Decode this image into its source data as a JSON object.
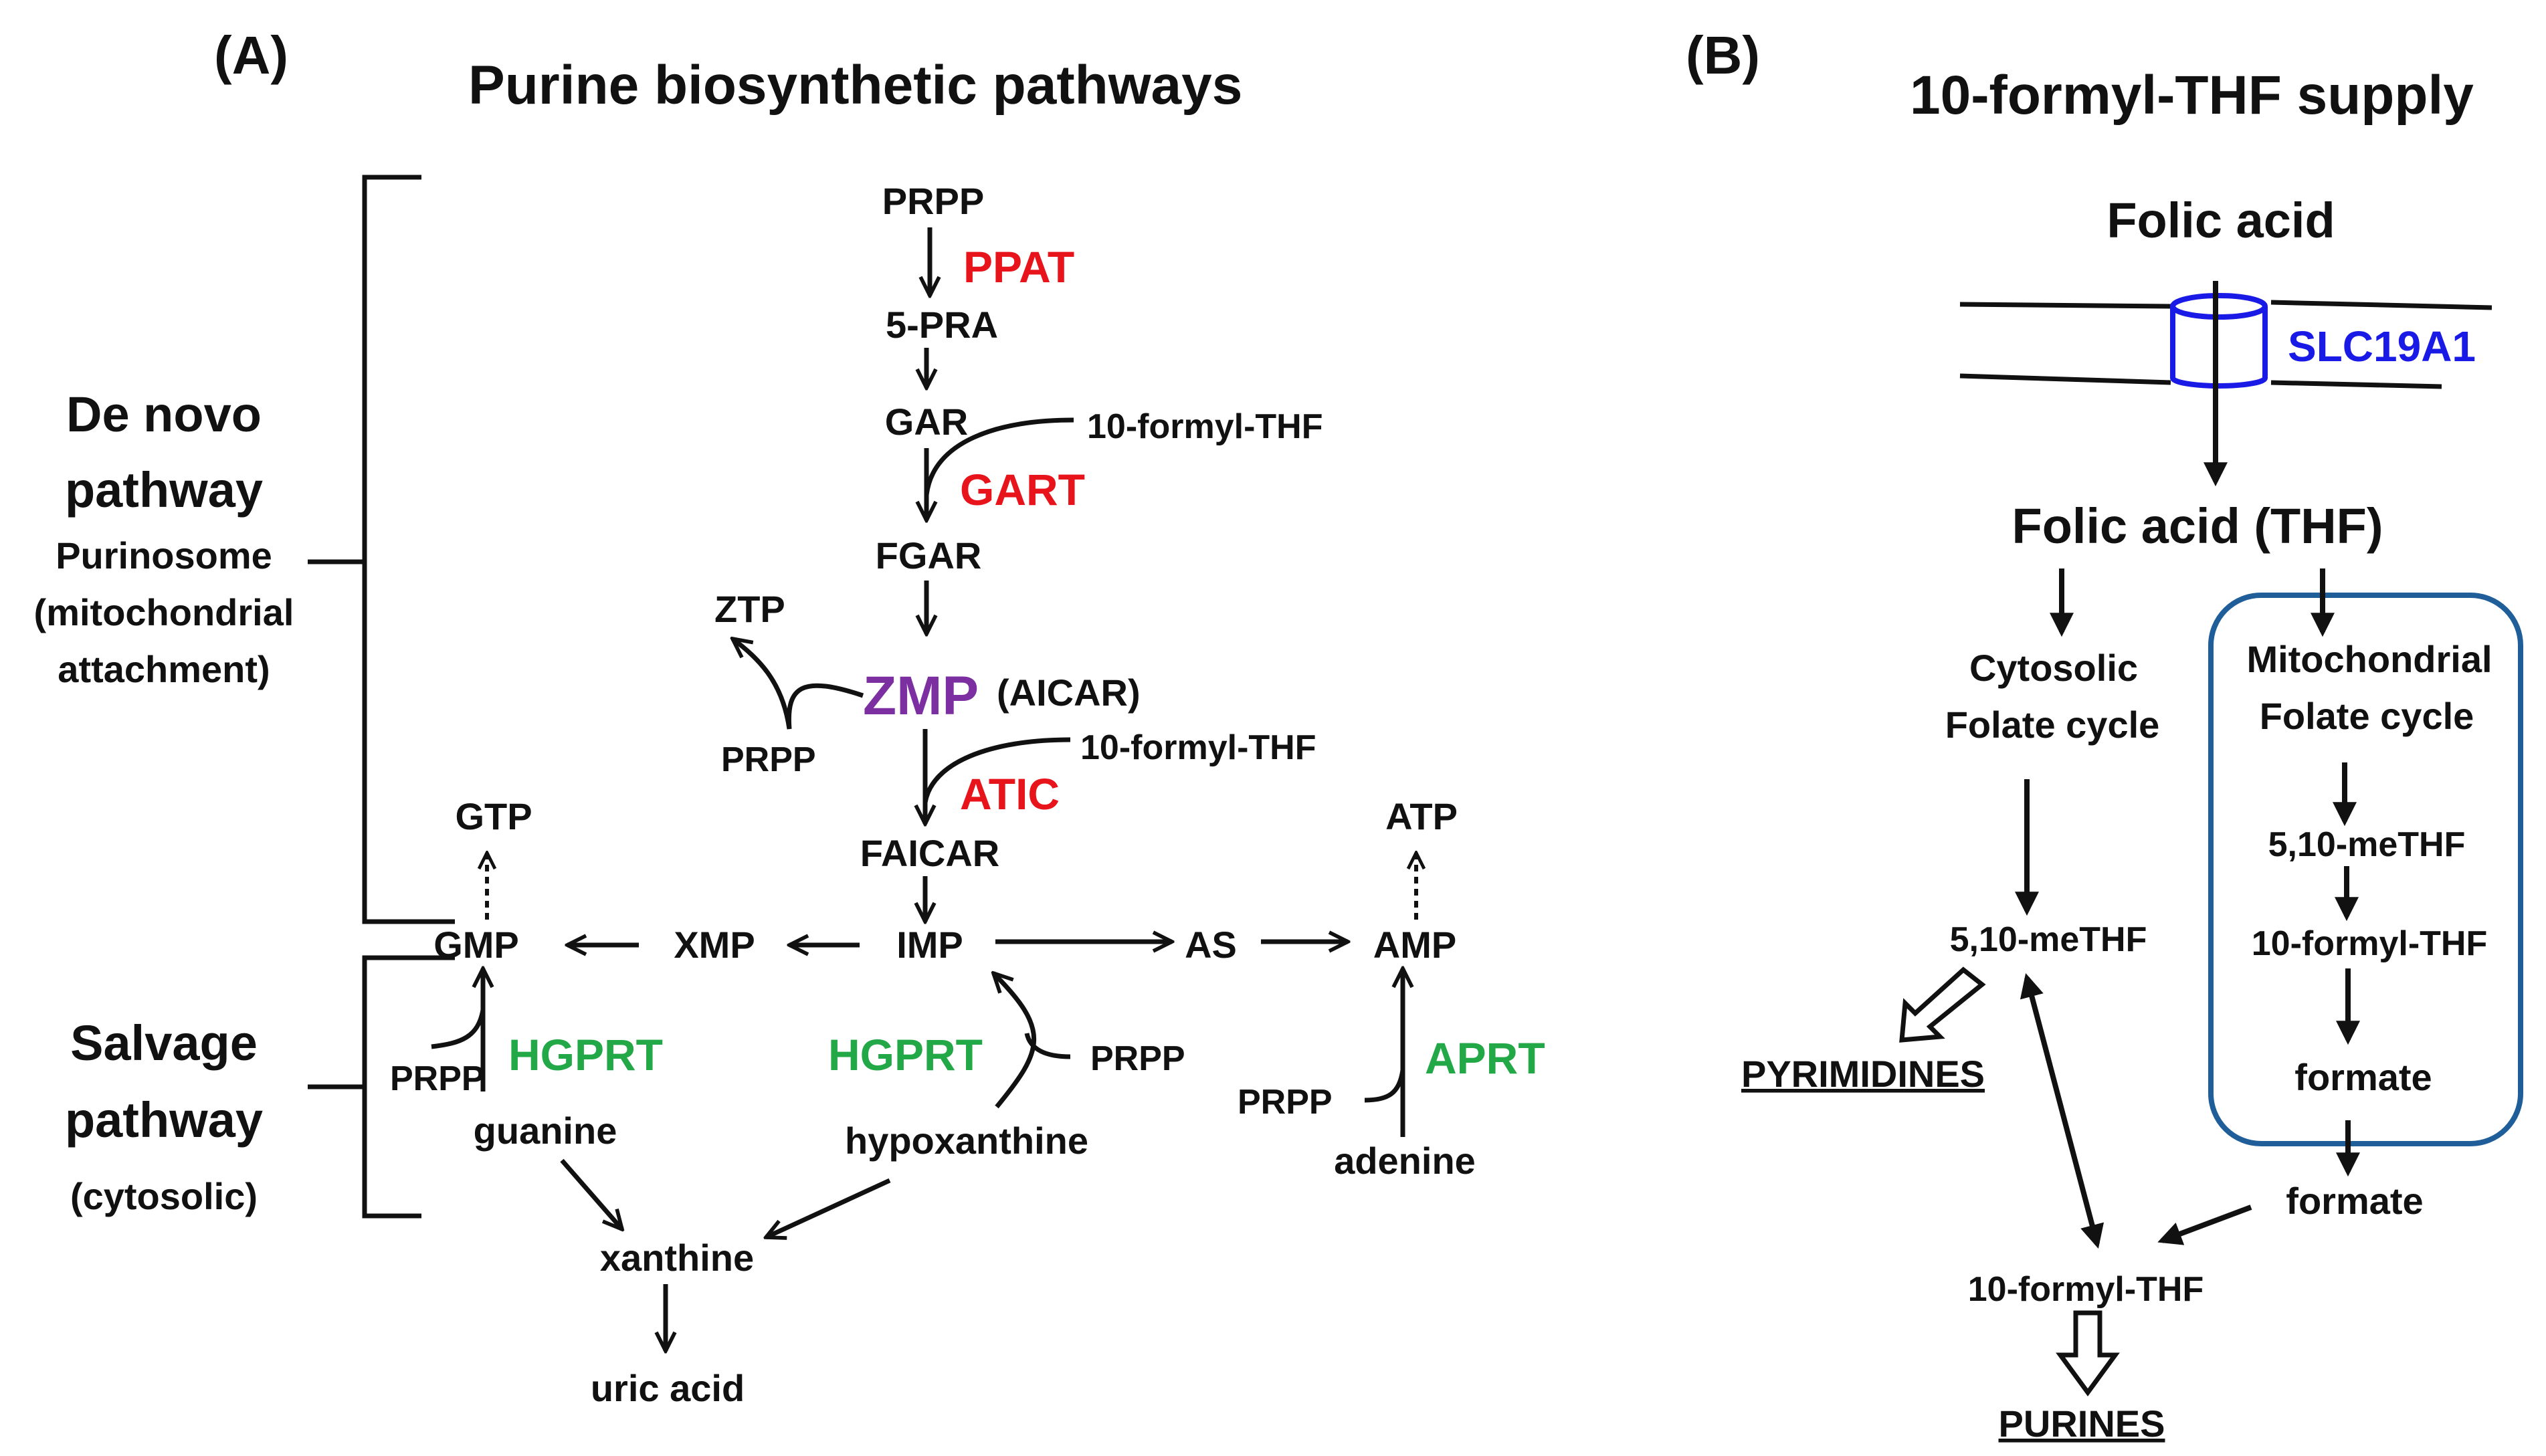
{
  "panel_a": {
    "label": "(A)",
    "title": "Purine biosynthetic pathways",
    "side": {
      "de_novo_1": "De novo",
      "de_novo_2": "pathway",
      "purinosome": "Purinosome",
      "mito_1": "(mitochondrial",
      "mito_2": "attachment)",
      "salvage_1": "Salvage",
      "salvage_2": "pathway",
      "cytosolic": "(cytosolic)"
    },
    "metabolites": {
      "prpp_top": "PRPP",
      "pra": "5-PRA",
      "gar": "GAR",
      "thf1": "10-formyl-THF",
      "fgar": "FGAR",
      "ztp": "ZTP",
      "zmp": "ZMP",
      "aicar": "(AICAR)",
      "prpp_zmp": "PRPP",
      "thf2": "10-formyl-THF",
      "faicar": "FAICAR",
      "gtp": "GTP",
      "atp": "ATP",
      "gmp": "GMP",
      "xmp": "XMP",
      "imp": "IMP",
      "as": "AS",
      "amp": "AMP",
      "prpp_gmp": "PRPP",
      "guanine": "guanine",
      "prpp_imp": "PRPP",
      "hypoxanthine": "hypoxanthine",
      "prpp_amp": "PRPP",
      "adenine": "adenine",
      "xanthine": "xanthine",
      "uric_acid": "uric acid"
    },
    "enzymes": {
      "ppat": "PPAT",
      "gart": "GART",
      "atic": "ATIC",
      "hgprt1": "HGPRT",
      "hgprt2": "HGPRT",
      "aprt": "APRT"
    }
  },
  "panel_b": {
    "label": "(B)",
    "title": "10-formyl-THF supply",
    "nodes": {
      "folic_acid": "Folic acid",
      "transporter": "SLC19A1",
      "folic_thf": "Folic acid (THF)",
      "cyto_1": "Cytosolic",
      "cyto_2": "Folate cycle",
      "mito_1": "Mitochondrial",
      "mito_2": "Folate cycle",
      "methf_mito": "5,10-meTHF",
      "thf_mito": "10-formyl-THF",
      "formate_in": "formate",
      "methf_cyto": "5,10-meTHF",
      "pyrimidines": "PYRIMIDINES",
      "formate_out": "formate",
      "thf_cyto": "10-formyl-THF",
      "purines": "PURINES"
    }
  },
  "colors": {
    "black": "#111111",
    "enzyme_red": "#e8141b",
    "enzyme_green": "#22a846",
    "zmp_purple": "#7b2fa0",
    "transporter_blue": "#1a1ae6",
    "mito_box": "#1f5e99"
  }
}
